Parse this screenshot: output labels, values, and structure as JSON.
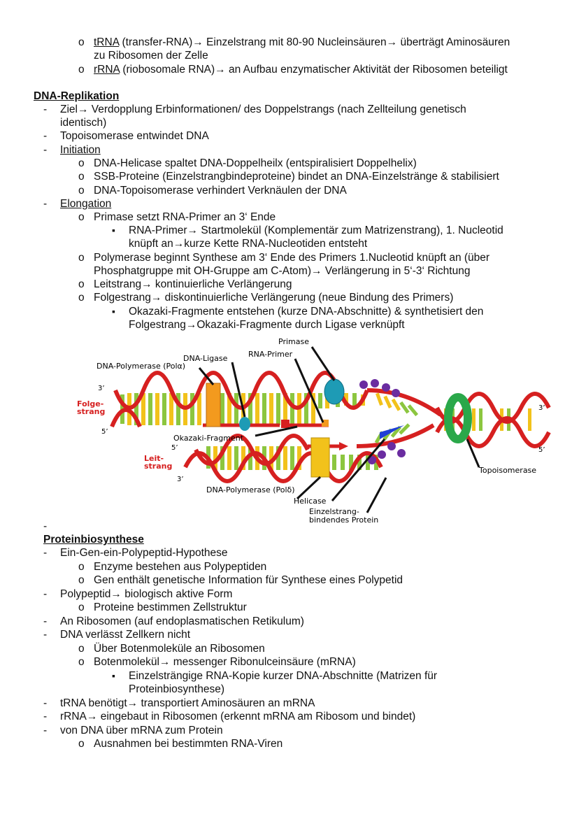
{
  "top_list": [
    {
      "term": "tRNA",
      "rest": " (transfer-RNA)→ Einzelstrang mit 80-90 Nucleinsäuren→ überträgt Aminosäuren",
      "cont": "zu Ribosomen der Zelle"
    },
    {
      "term": "rRNA",
      "rest": " (riobosomale RNA)→ an Aufbau enzymatischer Aktivität der Ribosomen beteiligt"
    }
  ],
  "replikation": {
    "heading": "DNA-Replikation",
    "ziel": "Ziel→ Verdopplung Erbinformationen/ des Doppelstrangs (nach Zellteilung genetisch",
    "ziel_cont": "identisch)",
    "topo": "Topoisomerase entwindet DNA",
    "initiation": {
      "label": "Initiation",
      "items": [
        "DNA-Helicase spaltet DNA-Doppelheilx (entspiralisiert Doppelhelix)",
        "SSB-Proteine (Einzelstrangbindeproteine) bindet an DNA-Einzelstränge & stabilisiert",
        "DNA-Topoisomerase verhindert Verknäulen der DNA"
      ]
    },
    "elongation": {
      "label": "Elongation",
      "primase": "Primase setzt RNA-Primer an 3‘ Ende",
      "primer_sub": "RNA-Primer→ Startmolekül (Komplementär zum Matrizenstrang), 1. Nucleotid",
      "primer_sub_cont": "knüpft an→kurze Kette RNA-Nucleotiden entsteht",
      "polymerase": "Polymerase beginnt Synthese am 3‘ Ende des Primers 1.Nucleotid knüpft an (über",
      "polymerase_cont": "Phosphatgruppe mit OH-Gruppe am C-Atom)→ Verlängerung in 5‘-3‘ Richtung",
      "leit": "Leitstrang→ kontinuierliche Verlängerung",
      "folge": "Folgestrang→ diskontinuierliche Verlängerung (neue Bindung des Primers)",
      "okazaki": "Okazaki-Fragmente entstehen (kurze DNA-Abschnitte) & synthetisiert den",
      "okazaki_cont": "Folgestrang→Okazaki-Fragmente durch Ligase verknüpft"
    }
  },
  "diagram": {
    "primase": "Primase",
    "dna_ligase": "DNA-Ligase",
    "rna_primer": "RNA-Primer",
    "pol_alpha": "DNA-Polymerase (Polα)",
    "folge_1": "Folge-",
    "folge_2": "strang",
    "leit_1": "Leit-",
    "leit_2": "strang",
    "okazaki": "Okazaki-Fragment",
    "pol_delta": "DNA-Polymerase (Polδ)",
    "helicase": "Helicase",
    "ssb_1": "Einzelstrang-",
    "ssb_2": "bindendes Protein",
    "topoisomerase": "Topoisomerase",
    "p3": "3’",
    "p5": "5’",
    "colors": {
      "red": "#d62020",
      "green": "#8cc63f",
      "yellow": "#f2c21b",
      "orange": "#f39a1e",
      "teal": "#1e9bb5",
      "purple": "#6a2ca0",
      "blue": "#1f3fd6",
      "topo": "#2aa84a"
    }
  },
  "dash_marker": "-",
  "proteinbiosynthese": {
    "heading": "Proteinbiosynthese",
    "items": [
      {
        "level": 1,
        "text": "Ein-Gen-ein-Polypeptid-Hypothese"
      },
      {
        "level": 2,
        "text": "Enzyme bestehen aus Polypeptiden"
      },
      {
        "level": 2,
        "text": "Gen enthält genetische Information für Synthese eines Polypetid"
      },
      {
        "level": 1,
        "text": "Polypeptid→ biologisch aktive Form"
      },
      {
        "level": 2,
        "text": "Proteine bestimmen Zellstruktur"
      },
      {
        "level": 1,
        "text": "An Ribosomen (auf endoplasmatischen Retikulum)"
      },
      {
        "level": 1,
        "text": "DNA verlässt Zellkern nicht"
      },
      {
        "level": 2,
        "text": "Über Botenmoleküle an Ribosomen"
      },
      {
        "level": 2,
        "text": "Botenmolekül→ messenger Ribonulceinsäure (mRNA)"
      },
      {
        "level": 3,
        "text": "Einzelsträngige RNA-Kopie kurzer DNA-Abschnitte (Matrizen für"
      },
      {
        "level": 4,
        "text": "Proteinbiosynthese)"
      },
      {
        "level": 1,
        "text": "tRNA benötigt→ transportiert Aminosäuren an mRNA"
      },
      {
        "level": 1,
        "text": "rRNA→ eingebaut in Ribosomen (erkennt mRNA am Ribosom und bindet)"
      },
      {
        "level": 1,
        "text": "von DNA über mRNA zum Protein"
      },
      {
        "level": 2,
        "text": "Ausnahmen bei bestimmten RNA-Viren"
      }
    ]
  },
  "markers": {
    "dash": "-",
    "circle": "o",
    "square": "▪"
  }
}
